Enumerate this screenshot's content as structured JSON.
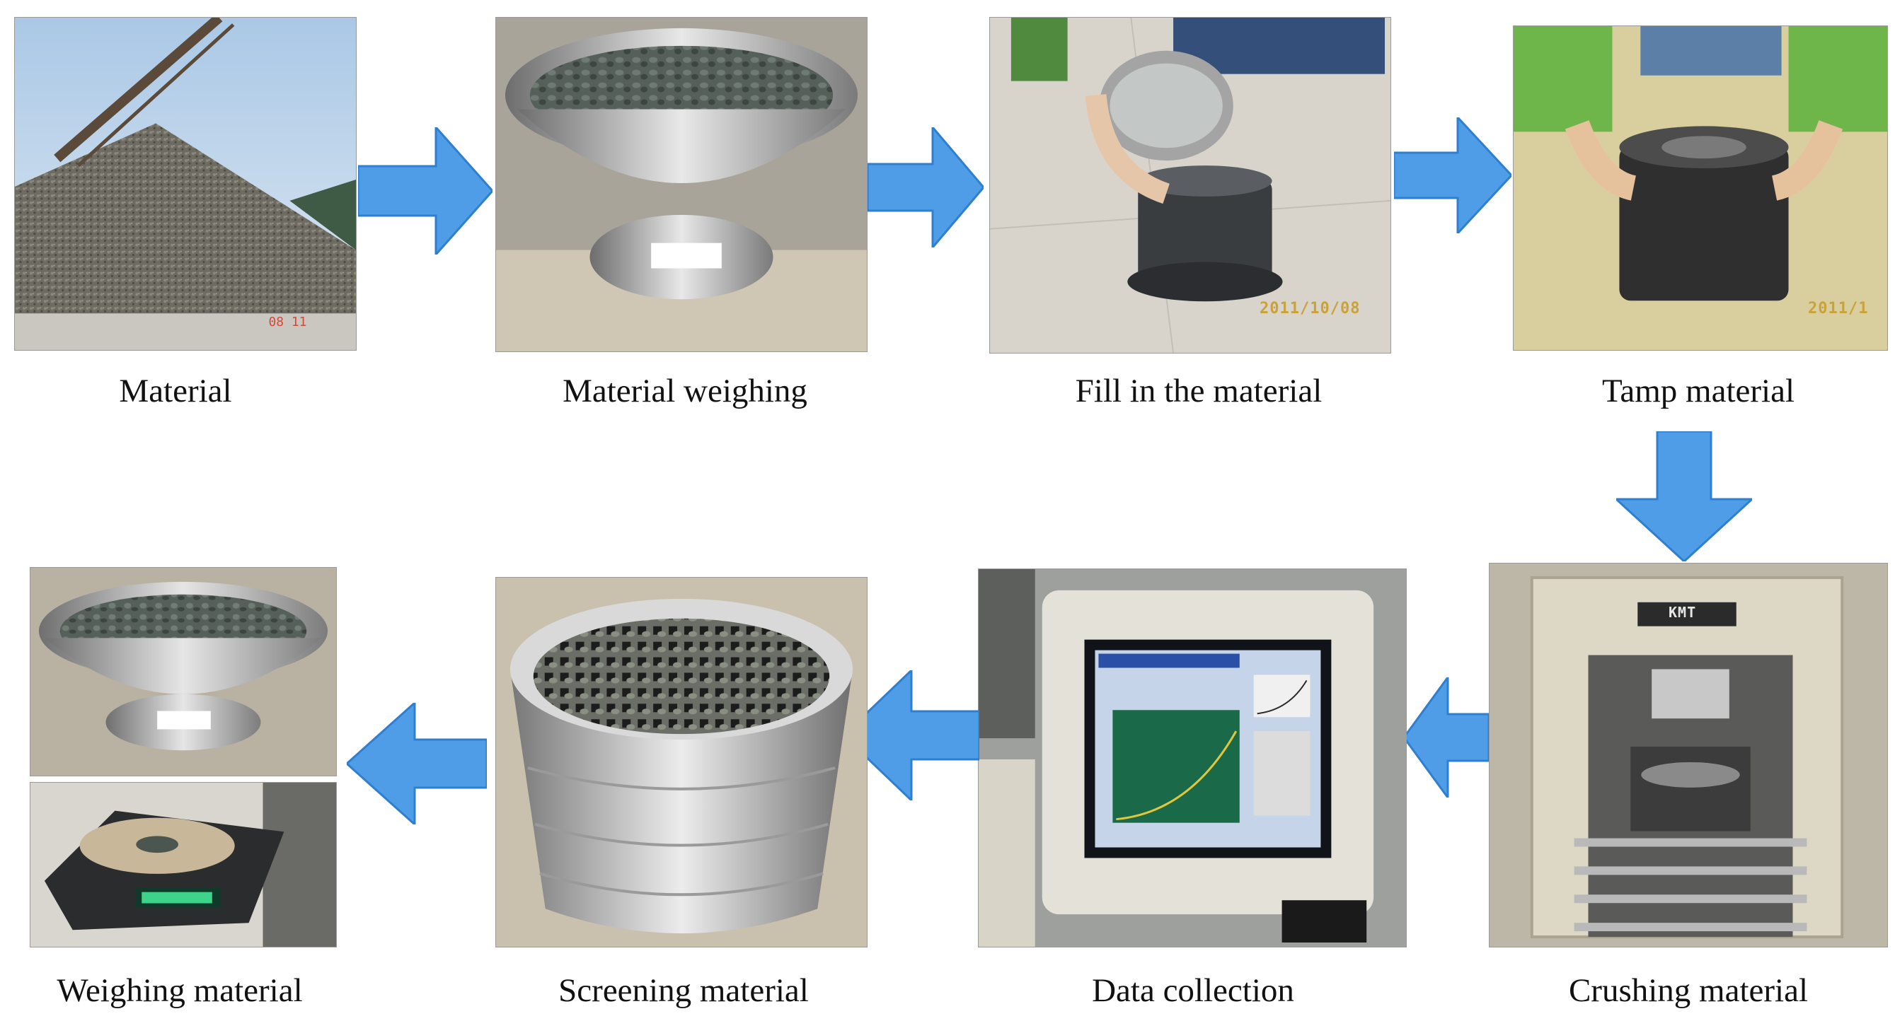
{
  "colors": {
    "arrow": "#4f9de6",
    "arrow_stroke": "#2f7fd0",
    "label_text": "#111111"
  },
  "steps": [
    {
      "label": "Material"
    },
    {
      "label": "Material weighing"
    },
    {
      "label": "Fill in the material"
    },
    {
      "label": "Tamp material"
    },
    {
      "label": "Crushing material"
    },
    {
      "label": "Data collection"
    },
    {
      "label": "Screening material"
    },
    {
      "label": "Weighing material"
    }
  ],
  "photo_stamps": {
    "fill": "2011/10/08",
    "tamp": "2011/1",
    "crusher_brand": "KMT"
  },
  "flow": [
    {
      "from": 0,
      "to": 1,
      "direction": "right"
    },
    {
      "from": 1,
      "to": 2,
      "direction": "right"
    },
    {
      "from": 2,
      "to": 3,
      "direction": "right"
    },
    {
      "from": 3,
      "to": 4,
      "direction": "down"
    },
    {
      "from": 4,
      "to": 5,
      "direction": "left"
    },
    {
      "from": 5,
      "to": 6,
      "direction": "left"
    },
    {
      "from": 6,
      "to": 7,
      "direction": "left"
    }
  ]
}
